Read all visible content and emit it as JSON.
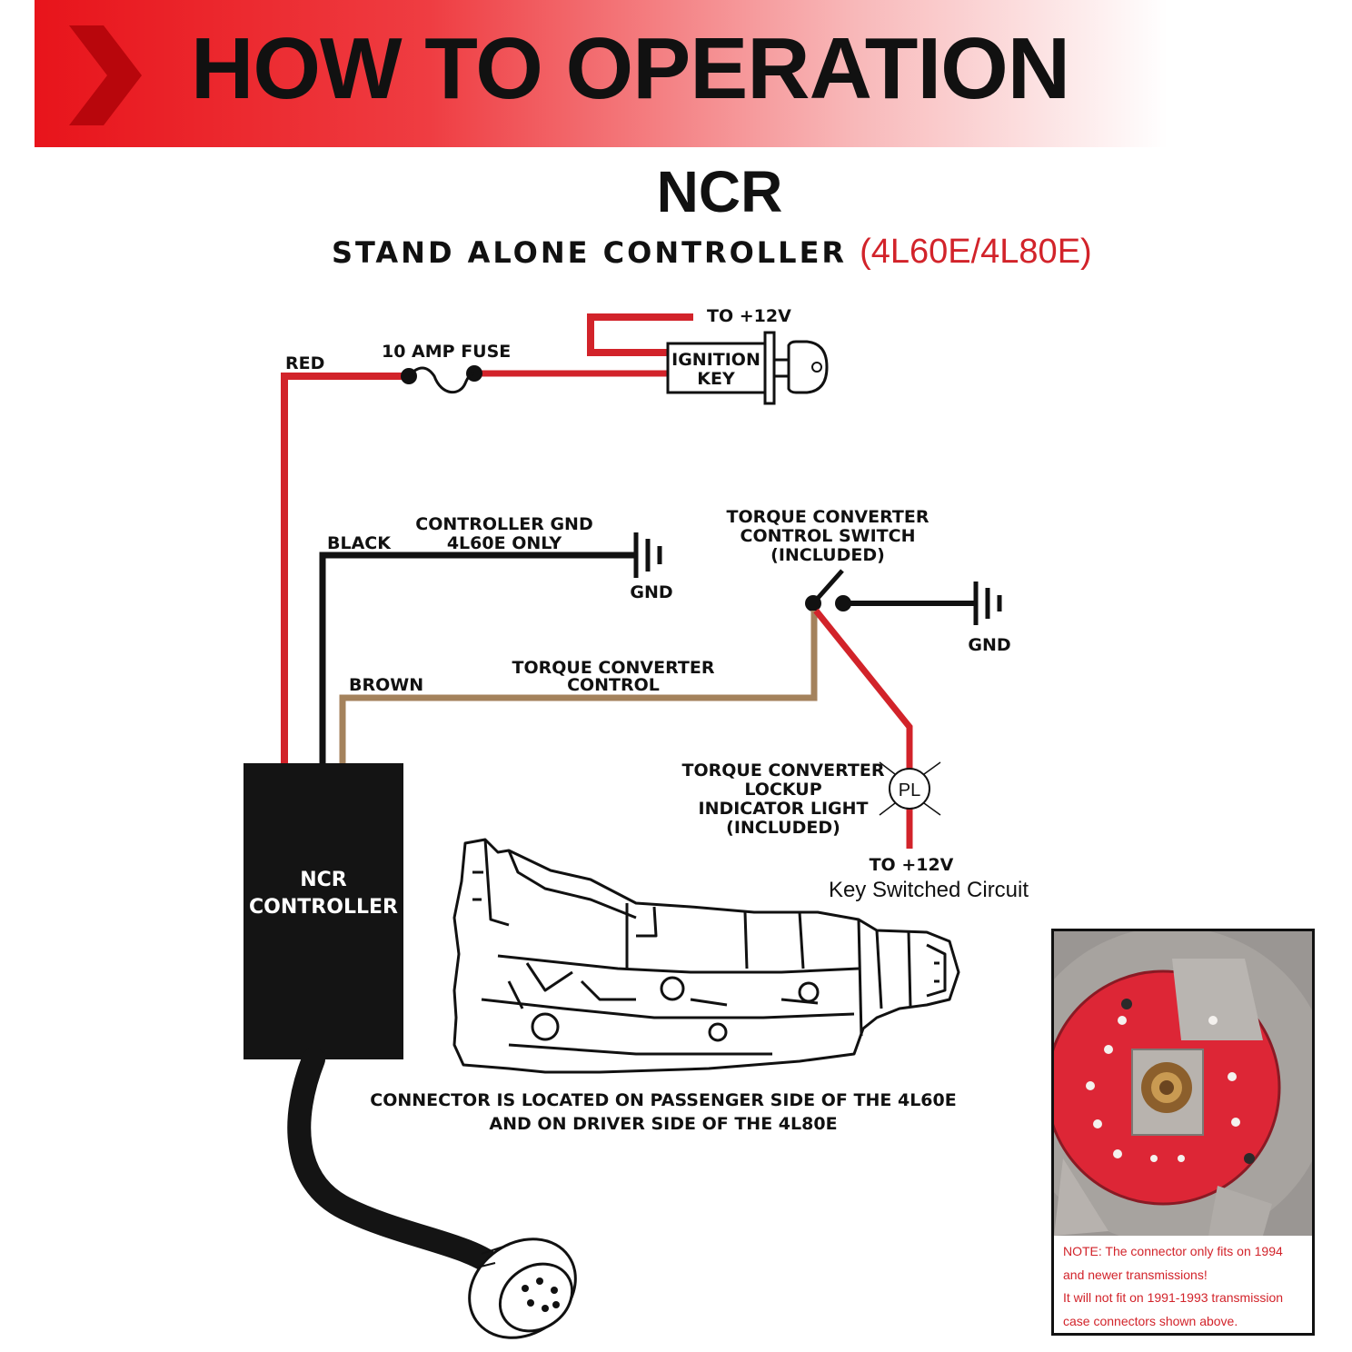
{
  "header": {
    "banner_text": "HOW TO OPERATION"
  },
  "title": "NCR",
  "subtitle": {
    "main": "STAND ALONE CONTROLLER",
    "models": "(4L60E/4L80E)"
  },
  "labels": {
    "to_12v_top": "TO +12V",
    "fuse": "10 AMP FUSE",
    "red": "RED",
    "ignition_line1": "IGNITION",
    "ignition_line2": "KEY",
    "black": "BLACK",
    "controller_gnd_line1": "CONTROLLER GND",
    "controller_gnd_line2": "4L60E ONLY",
    "gnd_left": "GND",
    "switch_line1": "TORQUE CONVERTER",
    "switch_line2": "CONTROL SWITCH",
    "switch_line3": "(INCLUDED)",
    "gnd_right": "GND",
    "brown": "BROWN",
    "tcc_line1": "TORQUE CONVERTER",
    "tcc_line2": "CONTROL",
    "lamp_line1": "TORQUE CONVERTER",
    "lamp_line2": "LOCKUP",
    "lamp_line3": "INDICATOR LIGHT",
    "lamp_line4": "(INCLUDED)",
    "pl": "PL",
    "to_12v_bottom": "TO +12V",
    "key_switched": "Key Switched Circuit",
    "controller_line1": "NCR",
    "controller_line2": "CONTROLLER",
    "connector_line1": "CONNECTOR IS LOCATED ON PASSENGER SIDE OF THE 4L60E",
    "connector_line2": "AND ON DRIVER SIDE OF THE 4L80E"
  },
  "note": {
    "line1": "NOTE: The connector only fits on 1994",
    "line2": "and newer transmissions!",
    "line3": "It will not fit on 1991-1993 transmission",
    "line4": "case connectors shown above."
  },
  "colors": {
    "red_wire": "#d2232a",
    "black_wire": "#111111",
    "brown_wire": "#a4825c",
    "banner_red": "#e8141b"
  }
}
